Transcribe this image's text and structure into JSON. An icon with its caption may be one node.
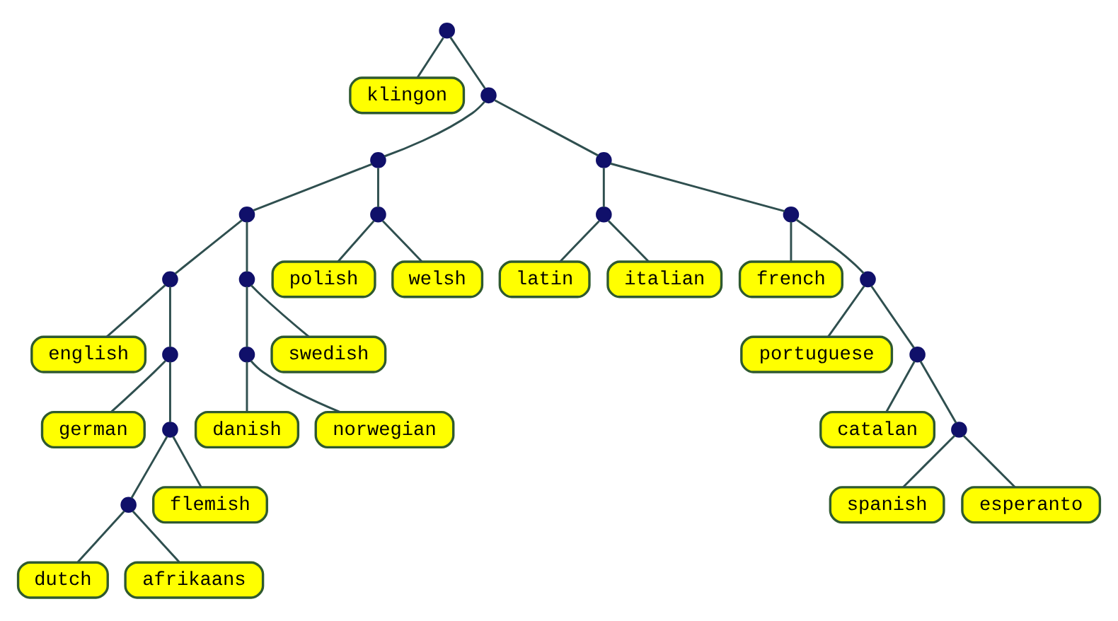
{
  "diagram": {
    "nodes": [
      {
        "text": [],
        "shape": "circle"
      },
      {
        "text": [
          "klingon"
        ]
      },
      {
        "text": [],
        "shape": "circle"
      },
      {
        "text": [],
        "shape": "circle"
      },
      {
        "text": [],
        "shape": "circle"
      },
      {
        "text": [],
        "shape": "circle"
      },
      {
        "text": [],
        "shape": "circle"
      },
      {
        "text": [],
        "shape": "circle"
      },
      {
        "text": [],
        "shape": "circle"
      },
      {
        "text": [
          "english"
        ]
      },
      {
        "text": [],
        "shape": "circle"
      },
      {
        "text": [
          "latin"
        ]
      },
      {
        "text": [
          "italian"
        ]
      },
      {
        "text": [
          "french"
        ]
      },
      {
        "text": [],
        "shape": "circle"
      },
      {
        "text": [
          "german"
        ]
      },
      {
        "text": [],
        "shape": "circle"
      },
      {
        "text": [],
        "shape": "circle"
      },
      {
        "text": [
          "portuguese"
        ]
      },
      {
        "text": [],
        "shape": "circle"
      },
      {
        "text": [],
        "shape": "circle"
      },
      {
        "text": [],
        "shape": "circle"
      },
      {
        "text": [
          "swedish"
        ]
      },
      {
        "text": [],
        "shape": "circle"
      },
      {
        "text": [
          "flemish"
        ]
      },
      {
        "text": [
          "catalan"
        ]
      },
      {
        "text": [],
        "shape": "circle"
      },
      {
        "text": [
          "polish"
        ]
      },
      {
        "text": [
          "welsh"
        ]
      },
      {
        "text": [
          "danish"
        ]
      },
      {
        "text": [
          "norwegian"
        ]
      },
      {
        "text": [
          "dutch"
        ]
      },
      {
        "text": [
          "afrikaans"
        ]
      },
      {
        "text": [
          "spanish"
        ]
      },
      {
        "text": [
          "esperanto"
        ]
      }
    ],
    "edges": [
      {
        "from": 0,
        "to": 1,
        "arrow": "none"
      },
      {
        "from": 0,
        "to": 2,
        "arrow": "none"
      },
      {
        "from": 2,
        "to": 3,
        "arrow": "none"
      },
      {
        "from": 2,
        "to": 5,
        "arrow": "none"
      },
      {
        "from": 3,
        "to": 20,
        "arrow": "none"
      },
      {
        "from": 3,
        "to": 4,
        "arrow": "none"
      },
      {
        "from": 20,
        "to": 27,
        "arrow": "none"
      },
      {
        "from": 20,
        "to": 28,
        "arrow": "none"
      },
      {
        "from": 4,
        "to": 16,
        "arrow": "none"
      },
      {
        "from": 4,
        "to": 6,
        "arrow": "none"
      },
      {
        "from": 16,
        "to": 21,
        "arrow": "none"
      },
      {
        "from": 16,
        "to": 22,
        "arrow": "none"
      },
      {
        "from": 21,
        "to": 29,
        "arrow": "none"
      },
      {
        "from": 21,
        "to": 30,
        "arrow": "none"
      },
      {
        "from": 6,
        "to": 9,
        "arrow": "none"
      },
      {
        "from": 6,
        "to": 10,
        "arrow": "none"
      },
      {
        "from": 10,
        "to": 15,
        "arrow": "none"
      },
      {
        "from": 10,
        "to": 17,
        "arrow": "none"
      },
      {
        "from": 17,
        "to": 23,
        "arrow": "none"
      },
      {
        "from": 17,
        "to": 24,
        "arrow": "none"
      },
      {
        "from": 23,
        "to": 31,
        "arrow": "none"
      },
      {
        "from": 23,
        "to": 32,
        "arrow": "none"
      },
      {
        "from": 5,
        "to": 7,
        "arrow": "none"
      },
      {
        "from": 5,
        "to": 8,
        "arrow": "none"
      },
      {
        "from": 7,
        "to": 11,
        "arrow": "none"
      },
      {
        "from": 7,
        "to": 12,
        "arrow": "none"
      },
      {
        "from": 8,
        "to": 13,
        "arrow": "none"
      },
      {
        "from": 8,
        "to": 14,
        "arrow": "none"
      },
      {
        "from": 14,
        "to": 18,
        "arrow": "none"
      },
      {
        "from": 14,
        "to": 19,
        "arrow": "none"
      },
      {
        "from": 19,
        "to": 25,
        "arrow": "none"
      },
      {
        "from": 19,
        "to": 26,
        "arrow": "none"
      },
      {
        "from": 26,
        "to": 33,
        "arrow": "none"
      },
      {
        "from": 26,
        "to": 34,
        "arrow": "none"
      }
    ]
  }
}
